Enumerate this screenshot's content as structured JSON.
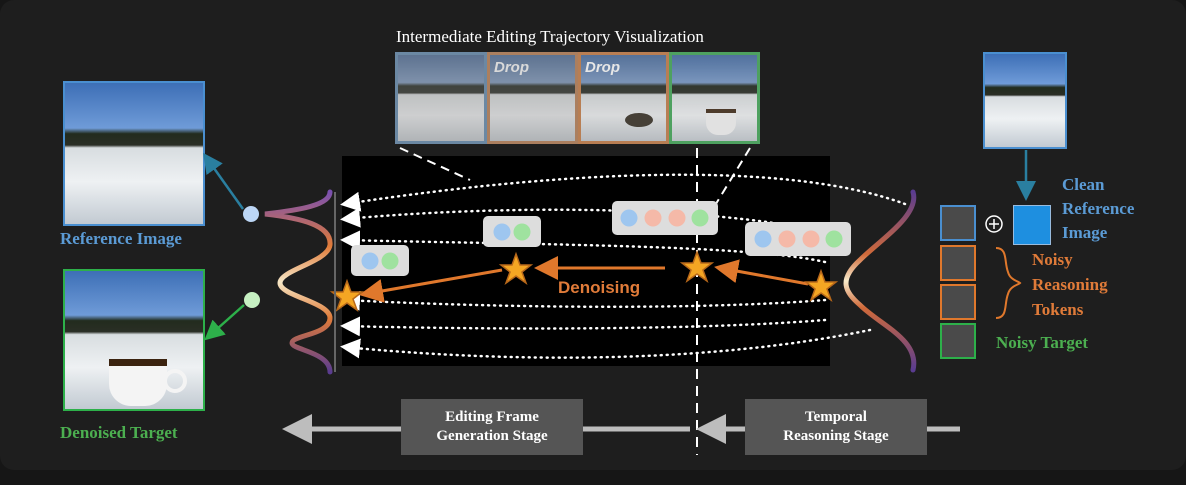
{
  "title": "Intermediate Editing Trajectory Visualization",
  "frames": [
    {
      "label": "",
      "border": "#4a8fd0"
    },
    {
      "label": "Drop",
      "border": "#e0782c"
    },
    {
      "label": "Drop",
      "border": "#e0782c"
    },
    {
      "label": "",
      "border": "#2db04a"
    }
  ],
  "labels": {
    "reference_image": "Reference Image",
    "denoised_target": "Denoised Target",
    "clean_reference_image": [
      "Clean",
      "Reference",
      "Image"
    ],
    "noisy_reasoning_tokens": [
      "Noisy",
      "Reasoning",
      "Tokens"
    ],
    "noisy_target": "Noisy Target",
    "denoising": "Denoising"
  },
  "stages": {
    "editing": [
      "Editing Frame",
      "Generation Stage"
    ],
    "temporal": [
      "Temporal",
      "Reasoning Stage"
    ]
  },
  "colors": {
    "blue": "#4a8fd0",
    "orange": "#e0782c",
    "green": "#2db04a",
    "blue_text": "#5b9bd5",
    "orange_text": "#e07b39",
    "green_text": "#4caf50"
  },
  "token_groups": [
    {
      "tokens": [
        "blue",
        "green"
      ]
    },
    {
      "tokens": [
        "blue",
        "green"
      ]
    },
    {
      "tokens": [
        "blue",
        "pink",
        "pink",
        "green"
      ]
    },
    {
      "tokens": [
        "blue",
        "pink",
        "pink",
        "green"
      ]
    }
  ]
}
